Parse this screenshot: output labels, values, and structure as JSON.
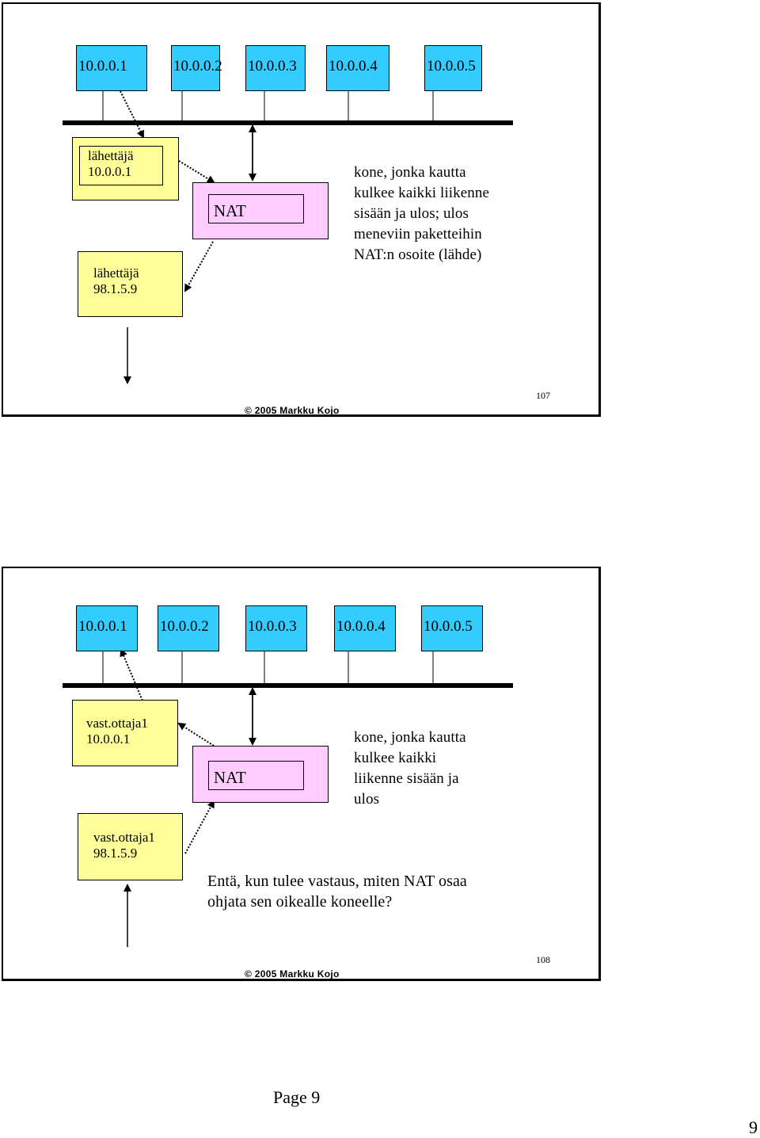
{
  "slides": [
    {
      "hosts": [
        "10.0.0.1",
        "10.0.0.2",
        "10.0.0.3",
        "10.0.0.4",
        "10.0.0.5"
      ],
      "sender_internal": [
        "lähettäjä",
        "10.0.0.1"
      ],
      "sender_external": [
        "lähettäjä",
        "98.1.5.9"
      ],
      "nat_label": "NAT",
      "note": [
        "kone, jonka kautta",
        "kulkee kaikki liikenne",
        "sisään ja ulos; ulos",
        "meneviin paketteihin",
        "NAT:n osoite (lähde)"
      ],
      "copyright": "© 2005 Markku Kojo",
      "page_number": "107"
    },
    {
      "hosts": [
        "10.0.0.1",
        "10.0.0.2",
        "10.0.0.3",
        "10.0.0.4",
        "10.0.0.5"
      ],
      "receiver_internal": [
        "vast.ottaja1",
        "10.0.0.1"
      ],
      "receiver_external": [
        "vast.ottaja1",
        "98.1.5.9"
      ],
      "nat_label": "NAT",
      "note": [
        "kone, jonka kautta",
        "kulkee kaikki",
        "liikenne sisään ja",
        "ulos"
      ],
      "question": [
        "Entä, kun tulee vastaus, miten NAT osaa",
        "ohjata sen oikealle koneelle?"
      ],
      "copyright": "© 2005 Markku Kojo",
      "page_number": "108"
    }
  ],
  "page_footer": "Page 9",
  "page_corner": "9"
}
